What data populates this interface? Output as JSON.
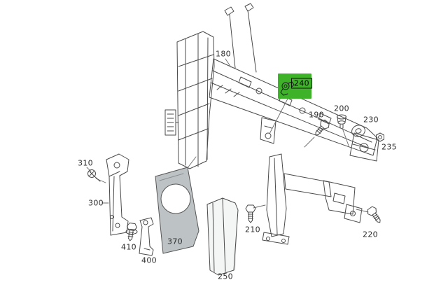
{
  "colors": {
    "background": "#ffffff",
    "line": "#4a4a4a",
    "leader": "#6a6a6a",
    "highlight": "#3eb229",
    "panel_shade": "#bdc2c4"
  },
  "highlighted_part": "240",
  "parts": [
    {
      "id": "180",
      "highlighted": false
    },
    {
      "id": "240",
      "highlighted": true
    },
    {
      "id": "190",
      "highlighted": false
    },
    {
      "id": "200",
      "highlighted": false
    },
    {
      "id": "230",
      "highlighted": false
    },
    {
      "id": "235",
      "highlighted": false
    },
    {
      "id": "310",
      "highlighted": false
    },
    {
      "id": "300",
      "highlighted": false
    },
    {
      "id": "410",
      "highlighted": false
    },
    {
      "id": "400",
      "highlighted": false
    },
    {
      "id": "370",
      "highlighted": false
    },
    {
      "id": "210",
      "highlighted": false
    },
    {
      "id": "250",
      "highlighted": false
    },
    {
      "id": "220",
      "highlighted": false
    }
  ]
}
